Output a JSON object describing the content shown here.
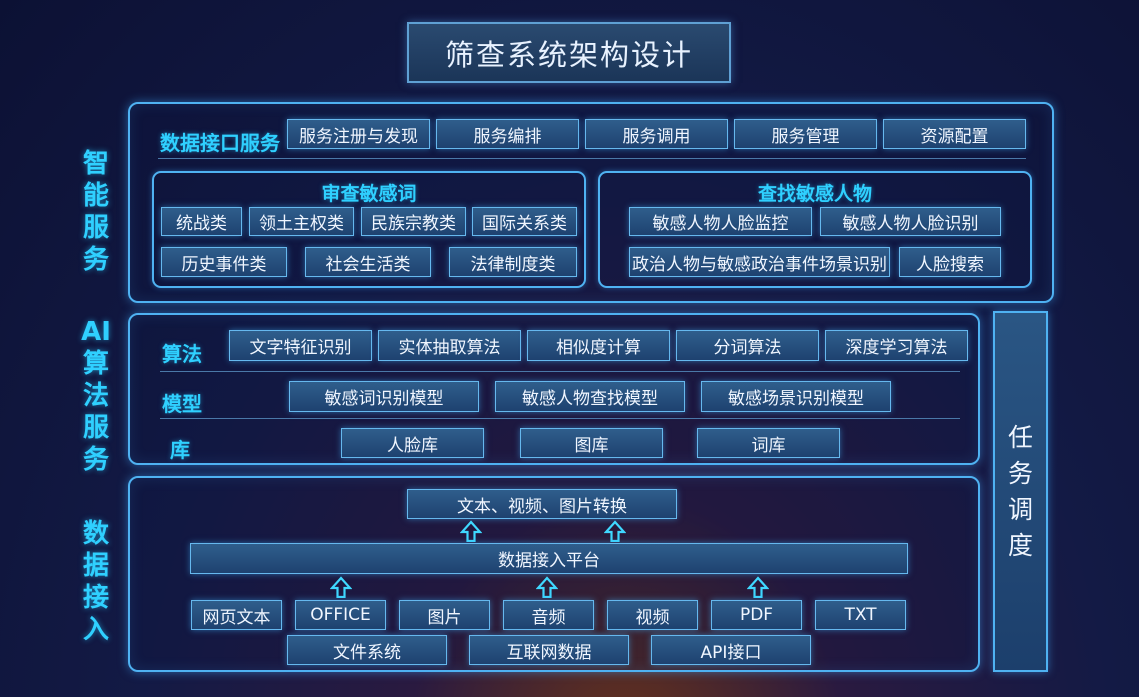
{
  "title": "筛查系统架构设计",
  "side_labels": {
    "smart": "智能服务",
    "ai": "AI算法服务",
    "data": "数据接入"
  },
  "smart_services": {
    "interface_label": "数据接口服务",
    "interface_items": [
      "服务注册与发现",
      "服务编排",
      "服务调用",
      "服务管理",
      "资源配置"
    ],
    "review": {
      "title": "审查敏感词",
      "row1": [
        "统战类",
        "领土主权类",
        "民族宗教类",
        "国际关系类"
      ],
      "row2": [
        "历史事件类",
        "社会生活类",
        "法律制度类"
      ]
    },
    "search": {
      "title": "查找敏感人物",
      "row1": [
        "敏感人物人脸监控",
        "敏感人物人脸识别"
      ],
      "row2": [
        "政治人物与敏感政治事件场景识别",
        "人脸搜索"
      ]
    }
  },
  "ai_services": {
    "algo_label": "算法",
    "algo_items": [
      "文字特征识别",
      "实体抽取算法",
      "相似度计算",
      "分词算法",
      "深度学习算法"
    ],
    "model_label": "模型",
    "model_items": [
      "敏感词识别模型",
      "敏感人物查找模型",
      "敏感场景识别模型"
    ],
    "lib_label": "库",
    "lib_items": [
      "人脸库",
      "图库",
      "词库"
    ]
  },
  "data_access": {
    "convert": "文本、视频、图片转换",
    "platform": "数据接入平台",
    "sources": [
      "网页文本",
      "OFFICE",
      "图片",
      "音频",
      "视频",
      "PDF",
      "TXT"
    ],
    "systems": [
      "文件系统",
      "互联网数据",
      "API接口"
    ]
  },
  "task": "任务调度",
  "colors": {
    "accent": "#2fd0ff",
    "border": "#4fb2f2",
    "box": "#2a5684"
  }
}
